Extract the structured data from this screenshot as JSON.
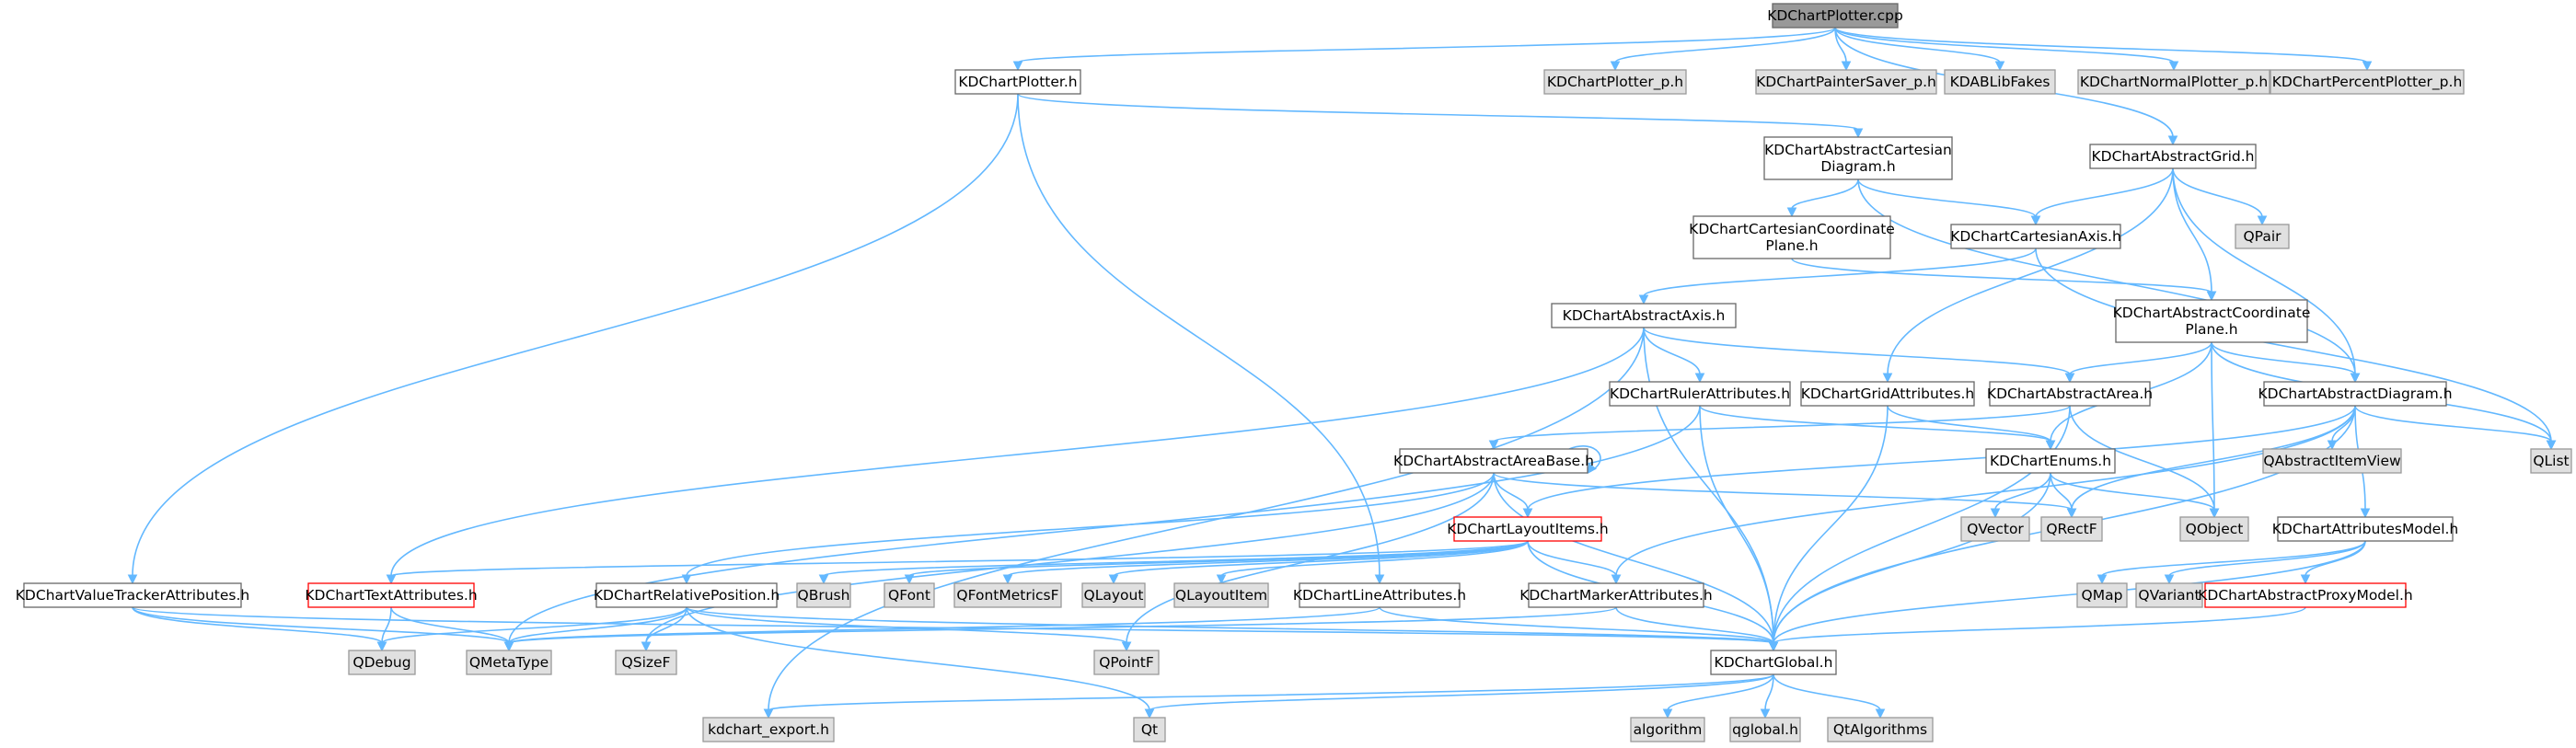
{
  "diagram": {
    "nodes": [
      {
        "id": "plotter_cpp",
        "style": "root",
        "lines": [
          "KDChartPlotter.cpp"
        ]
      },
      {
        "id": "plotter_h",
        "style": "normal",
        "lines": [
          "KDChartPlotter.h"
        ]
      },
      {
        "id": "plotter_p",
        "style": "ext",
        "lines": [
          "KDChartPlotter_p.h"
        ]
      },
      {
        "id": "painter_saver",
        "style": "ext",
        "lines": [
          "KDChartPainterSaver_p.h"
        ]
      },
      {
        "id": "kdab_fakes",
        "style": "ext",
        "lines": [
          "KDABLibFakes"
        ]
      },
      {
        "id": "normal_plotter",
        "style": "ext",
        "lines": [
          "KDChartNormalPlotter_p.h"
        ]
      },
      {
        "id": "percent_plotter",
        "style": "ext",
        "lines": [
          "KDChartPercentPlotter_p.h"
        ]
      },
      {
        "id": "abs_cart_diag",
        "style": "normal",
        "lines": [
          "KDChartAbstractCartesian",
          "Diagram.h"
        ]
      },
      {
        "id": "abs_grid",
        "style": "normal",
        "lines": [
          "KDChartAbstractGrid.h"
        ]
      },
      {
        "id": "qpair",
        "style": "ext",
        "lines": [
          "QPair"
        ]
      },
      {
        "id": "cart_coord_plane",
        "style": "normal",
        "lines": [
          "KDChartCartesianCoordinate",
          "Plane.h"
        ]
      },
      {
        "id": "cart_axis",
        "style": "normal",
        "lines": [
          "KDChartCartesianAxis.h"
        ]
      },
      {
        "id": "abs_axis",
        "style": "normal",
        "lines": [
          "KDChartAbstractAxis.h"
        ]
      },
      {
        "id": "abs_coord_plane",
        "style": "normal",
        "lines": [
          "KDChartAbstractCoordinate",
          "Plane.h"
        ]
      },
      {
        "id": "ruler_attr",
        "style": "normal",
        "lines": [
          "KDChartRulerAttributes.h"
        ]
      },
      {
        "id": "grid_attr",
        "style": "normal",
        "lines": [
          "KDChartGridAttributes.h"
        ]
      },
      {
        "id": "abs_area",
        "style": "normal",
        "lines": [
          "KDChartAbstractArea.h"
        ]
      },
      {
        "id": "abs_diagram",
        "style": "normal",
        "lines": [
          "KDChartAbstractDiagram.h"
        ]
      },
      {
        "id": "qlist",
        "style": "ext",
        "lines": [
          "QList"
        ]
      },
      {
        "id": "abs_area_base",
        "style": "normal",
        "lines": [
          "KDChartAbstractAreaBase.h"
        ]
      },
      {
        "id": "enums",
        "style": "normal",
        "lines": [
          "KDChartEnums.h"
        ]
      },
      {
        "id": "qabs_item_view",
        "style": "ext",
        "lines": [
          "QAbstractItemView"
        ]
      },
      {
        "id": "layout_items",
        "style": "red",
        "lines": [
          "KDChartLayoutItems.h"
        ]
      },
      {
        "id": "qvector",
        "style": "ext",
        "lines": [
          "QVector"
        ]
      },
      {
        "id": "qrectf",
        "style": "ext",
        "lines": [
          "QRectF"
        ]
      },
      {
        "id": "qobject",
        "style": "ext",
        "lines": [
          "QObject"
        ]
      },
      {
        "id": "attr_model",
        "style": "normal",
        "lines": [
          "KDChartAttributesModel.h"
        ]
      },
      {
        "id": "value_tracker",
        "style": "normal",
        "lines": [
          "KDChartValueTrackerAttributes.h"
        ]
      },
      {
        "id": "text_attr",
        "style": "red",
        "lines": [
          "KDChartTextAttributes.h"
        ]
      },
      {
        "id": "rel_pos",
        "style": "normal",
        "lines": [
          "KDChartRelativePosition.h"
        ]
      },
      {
        "id": "qbrush",
        "style": "ext",
        "lines": [
          "QBrush"
        ]
      },
      {
        "id": "qfont",
        "style": "ext",
        "lines": [
          "QFont"
        ]
      },
      {
        "id": "qfontmetricsf",
        "style": "ext",
        "lines": [
          "QFontMetricsF"
        ]
      },
      {
        "id": "qlayout",
        "style": "ext",
        "lines": [
          "QLayout"
        ]
      },
      {
        "id": "qlayoutitem",
        "style": "ext",
        "lines": [
          "QLayoutItem"
        ]
      },
      {
        "id": "line_attr",
        "style": "normal",
        "lines": [
          "KDChartLineAttributes.h"
        ]
      },
      {
        "id": "marker_attr",
        "style": "normal",
        "lines": [
          "KDChartMarkerAttributes.h"
        ]
      },
      {
        "id": "qmap",
        "style": "ext",
        "lines": [
          "QMap"
        ]
      },
      {
        "id": "qvariant",
        "style": "ext",
        "lines": [
          "QVariant"
        ]
      },
      {
        "id": "abs_proxy_model",
        "style": "red",
        "lines": [
          "KDChartAbstractProxyModel.h"
        ]
      },
      {
        "id": "qdebug",
        "style": "ext",
        "lines": [
          "QDebug"
        ]
      },
      {
        "id": "qmetatype",
        "style": "ext",
        "lines": [
          "QMetaType"
        ]
      },
      {
        "id": "qsizef",
        "style": "ext",
        "lines": [
          "QSizeF"
        ]
      },
      {
        "id": "qpointf",
        "style": "ext",
        "lines": [
          "QPointF"
        ]
      },
      {
        "id": "global",
        "style": "normal",
        "lines": [
          "KDChartGlobal.h"
        ]
      },
      {
        "id": "kdchart_export",
        "style": "ext",
        "lines": [
          "kdchart_export.h"
        ]
      },
      {
        "id": "qt",
        "style": "ext",
        "lines": [
          "Qt"
        ]
      },
      {
        "id": "algorithm",
        "style": "ext",
        "lines": [
          "algorithm"
        ]
      },
      {
        "id": "qglobal",
        "style": "ext",
        "lines": [
          "qglobal.h"
        ]
      },
      {
        "id": "qtalgorithms",
        "style": "ext",
        "lines": [
          "QtAlgorithms"
        ]
      }
    ],
    "edges": [
      [
        "plotter_cpp",
        "plotter_h"
      ],
      [
        "plotter_cpp",
        "plotter_p"
      ],
      [
        "plotter_cpp",
        "painter_saver"
      ],
      [
        "plotter_cpp",
        "kdab_fakes"
      ],
      [
        "plotter_cpp",
        "normal_plotter"
      ],
      [
        "plotter_cpp",
        "percent_plotter"
      ],
      [
        "plotter_cpp",
        "abs_grid"
      ],
      [
        "plotter_h",
        "abs_cart_diag"
      ],
      [
        "plotter_h",
        "value_tracker"
      ],
      [
        "plotter_h",
        "line_attr"
      ],
      [
        "abs_cart_diag",
        "cart_coord_plane"
      ],
      [
        "abs_cart_diag",
        "cart_axis"
      ],
      [
        "abs_cart_diag",
        "abs_diagram"
      ],
      [
        "abs_grid",
        "qpair"
      ],
      [
        "abs_grid",
        "cart_axis"
      ],
      [
        "abs_grid",
        "abs_coord_plane"
      ],
      [
        "abs_grid",
        "abs_diagram"
      ],
      [
        "abs_grid",
        "grid_attr"
      ],
      [
        "cart_coord_plane",
        "abs_coord_plane"
      ],
      [
        "cart_axis",
        "abs_axis"
      ],
      [
        "cart_axis",
        "qlist"
      ],
      [
        "abs_axis",
        "ruler_attr"
      ],
      [
        "abs_axis",
        "abs_area"
      ],
      [
        "abs_axis",
        "text_attr"
      ],
      [
        "abs_axis",
        "global"
      ],
      [
        "abs_axis",
        "kdchart_export"
      ],
      [
        "abs_coord_plane",
        "abs_area"
      ],
      [
        "abs_coord_plane",
        "abs_diagram"
      ],
      [
        "abs_coord_plane",
        "enums"
      ],
      [
        "abs_coord_plane",
        "qobject"
      ],
      [
        "abs_coord_plane",
        "qlist"
      ],
      [
        "ruler_attr",
        "enums"
      ],
      [
        "ruler_attr",
        "global"
      ],
      [
        "ruler_attr",
        "qmetatype"
      ],
      [
        "grid_attr",
        "enums"
      ],
      [
        "grid_attr",
        "global"
      ],
      [
        "abs_area",
        "abs_area_base"
      ],
      [
        "abs_area",
        "qobject"
      ],
      [
        "abs_area",
        "global"
      ],
      [
        "abs_diagram",
        "qabs_item_view"
      ],
      [
        "abs_diagram",
        "qlist"
      ],
      [
        "abs_diagram",
        "qrectf"
      ],
      [
        "abs_diagram",
        "attr_model"
      ],
      [
        "abs_diagram",
        "marker_attr"
      ],
      [
        "abs_diagram",
        "layout_items"
      ],
      [
        "abs_diagram",
        "global"
      ],
      [
        "abs_area_base",
        "abs_area_base"
      ],
      [
        "abs_area_base",
        "layout_items"
      ],
      [
        "abs_area_base",
        "qrectf"
      ],
      [
        "abs_area_base",
        "rel_pos"
      ],
      [
        "abs_area_base",
        "qsizef"
      ],
      [
        "abs_area_base",
        "qpointf"
      ],
      [
        "abs_area_base",
        "global"
      ],
      [
        "enums",
        "qvector"
      ],
      [
        "enums",
        "qrectf"
      ],
      [
        "enums",
        "qobject"
      ],
      [
        "enums",
        "global"
      ],
      [
        "layout_items",
        "text_attr"
      ],
      [
        "layout_items",
        "qbrush"
      ],
      [
        "layout_items",
        "qfont"
      ],
      [
        "layout_items",
        "qfontmetricsf"
      ],
      [
        "layout_items",
        "qlayout"
      ],
      [
        "layout_items",
        "qlayoutitem"
      ],
      [
        "layout_items",
        "marker_attr"
      ],
      [
        "layout_items",
        "global"
      ],
      [
        "attr_model",
        "qmap"
      ],
      [
        "attr_model",
        "qvariant"
      ],
      [
        "attr_model",
        "abs_proxy_model"
      ],
      [
        "attr_model",
        "global"
      ],
      [
        "value_tracker",
        "qdebug"
      ],
      [
        "value_tracker",
        "qmetatype"
      ],
      [
        "value_tracker",
        "global"
      ],
      [
        "text_attr",
        "qdebug"
      ],
      [
        "text_attr",
        "qmetatype"
      ],
      [
        "rel_pos",
        "qdebug"
      ],
      [
        "rel_pos",
        "qmetatype"
      ],
      [
        "rel_pos",
        "qsizef"
      ],
      [
        "rel_pos",
        "qpointf"
      ],
      [
        "rel_pos",
        "qt"
      ],
      [
        "rel_pos",
        "global"
      ],
      [
        "line_attr",
        "qmetatype"
      ],
      [
        "line_attr",
        "global"
      ],
      [
        "marker_attr",
        "qmetatype"
      ],
      [
        "marker_attr",
        "global"
      ],
      [
        "abs_proxy_model",
        "global"
      ],
      [
        "global",
        "kdchart_export"
      ],
      [
        "global",
        "qt"
      ],
      [
        "global",
        "algorithm"
      ],
      [
        "global",
        "qglobal"
      ],
      [
        "global",
        "qtalgorithms"
      ]
    ]
  }
}
